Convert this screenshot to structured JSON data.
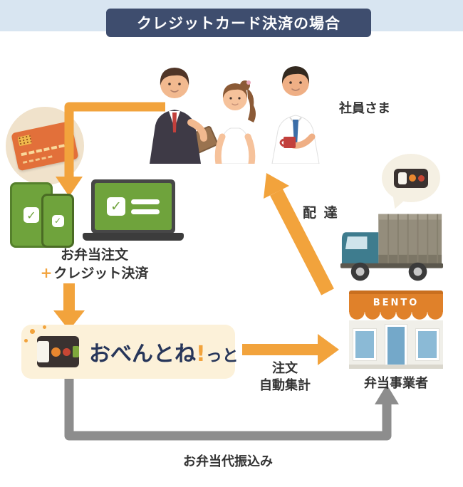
{
  "title": "クレジットカード決済の場合",
  "employees": {
    "label": "社員さま"
  },
  "order_step": {
    "line1": "お弁当注文",
    "plus": "+",
    "line2": "クレジット決済"
  },
  "logo": {
    "name": "おべんとね",
    "bang": "!",
    "suffix": "っと"
  },
  "tally_step": {
    "line1": "注文",
    "line2": "自動集計"
  },
  "delivery_step": {
    "label": "配 達"
  },
  "vendor": {
    "sign": "BENTO",
    "label": "弁当事業者"
  },
  "transfer_step": {
    "label": "お弁当代振込み"
  },
  "icons": {
    "check": "✓"
  },
  "colors": {
    "accent_orange": "#F2A33C",
    "arrow_gray": "#8D8D8D",
    "title_bg": "#3E4D6E",
    "band_bg": "#D8E5F1",
    "logo_bg": "#FCF1D9",
    "logo_text": "#27365A",
    "device_green": "#6FA33C",
    "card_orange": "#E2703A",
    "shop_orange": "#E0812A",
    "truck_teal": "#3E7C8E"
  }
}
